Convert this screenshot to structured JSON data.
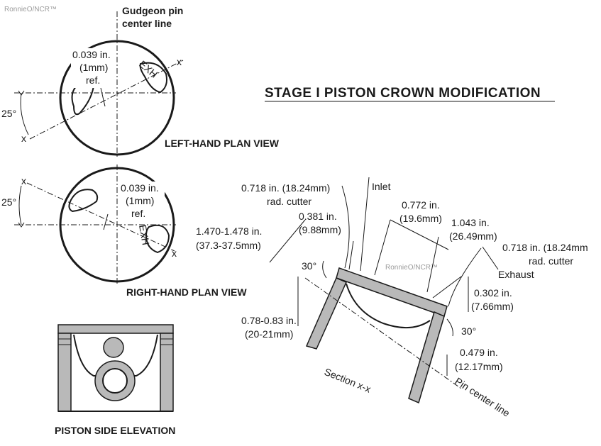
{
  "watermark": {
    "top_left": "RonnieO/NCR™",
    "center": "RonnieO/NCR™"
  },
  "title": "STAGE I PISTON CROWN MODIFICATION",
  "left_view": {
    "caption": "LEFT-HAND PLAN VIEW",
    "centerline_label_1": "Gudgeon pin",
    "centerline_label_2": "center line",
    "offset_line1": "0.039 in.",
    "offset_line2": "(1mm)",
    "offset_line3": "ref.",
    "angle": "25°",
    "section_mark": "x",
    "exh_mark": "EXH"
  },
  "right_view": {
    "caption": "RIGHT-HAND PLAN VIEW",
    "offset_line1": "0.039 in.",
    "offset_line2": "(1mm)",
    "offset_line3": "ref.",
    "angle": "25°",
    "section_mark": "x",
    "exh_mark": "EXH"
  },
  "side_elevation": {
    "caption": "PISTON SIDE ELEVATION"
  },
  "section": {
    "cutter_left_1": "0.718 in. (18.24mm)",
    "cutter_left_2": "rad. cutter",
    "inlet": "Inlet",
    "dim_0381_1": "0.381 in.",
    "dim_0381_2": "(9.88mm)",
    "dim_0772_1": "0.772 in.",
    "dim_0772_2": "(19.6mm)",
    "dim_1043_1": "1.043 in.",
    "dim_1043_2": "(26.49mm)",
    "cutter_right_1": "0.718 in. (18.24mm",
    "cutter_right_2": "rad. cutter",
    "exhaust": "Exhaust",
    "dim_1470_1": "1.470-1.478 in.",
    "dim_1470_2": "(37.3-37.5mm)",
    "angle_left": "30°",
    "angle_right": "30°",
    "dim_0302_1": "0.302 in.",
    "dim_0302_2": "(7.66mm)",
    "dim_078_1": "0.78-0.83 in.",
    "dim_078_2": "(20-21mm)",
    "dim_0479_1": "0.479 in.",
    "dim_0479_2": "(12.17mm)",
    "section_label": "Section x-x",
    "pin_center_line": "Pin center line"
  }
}
